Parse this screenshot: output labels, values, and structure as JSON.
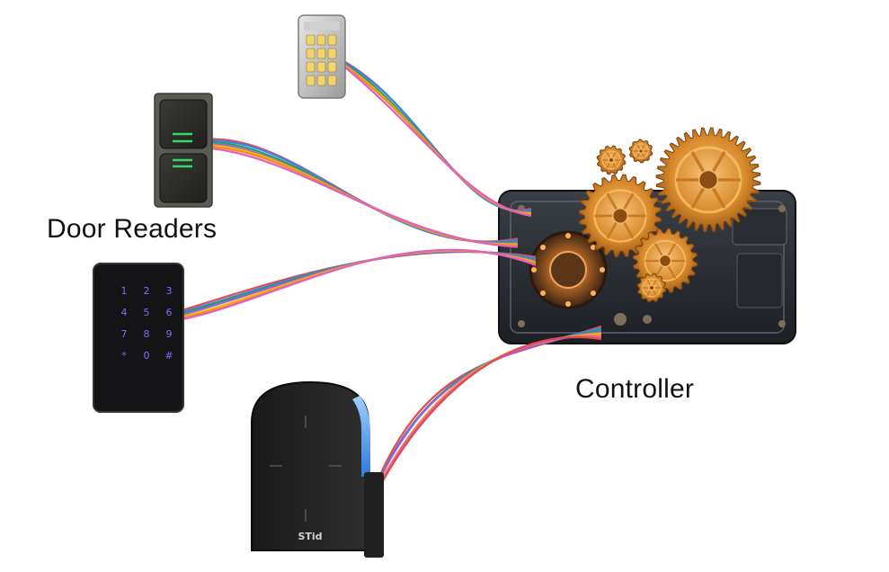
{
  "labels": {
    "door_readers": "Door Readers",
    "controller": "Controller"
  },
  "keypad_keys": [
    "1",
    "2",
    "3",
    "4",
    "5",
    "6",
    "7",
    "8",
    "9",
    "*",
    "0",
    "#"
  ],
  "reader_brand": "STid",
  "wire_colors": [
    "#e5484d",
    "#3b82f6",
    "#22a35a",
    "#9b5de5",
    "#f5b700",
    "#f28c28",
    "#e35fbf"
  ],
  "colors": {
    "gear": "#d9892b",
    "gear_light": "#f4b862",
    "controller_body": "#2c3036",
    "key_glow": "#7d6cff",
    "reader_accent": "#4aa6ff"
  }
}
